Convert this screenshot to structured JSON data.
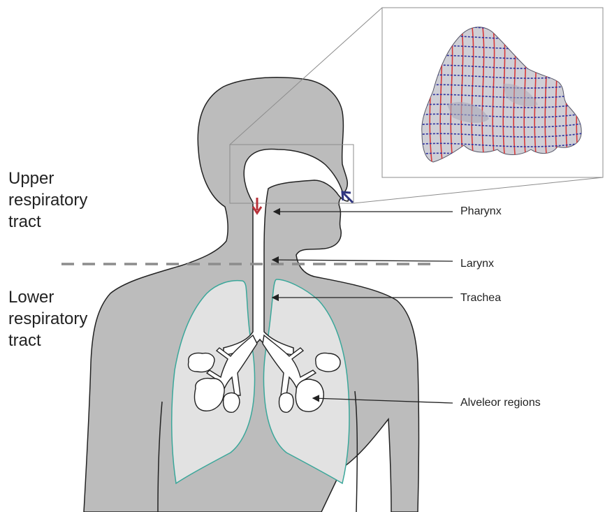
{
  "regions": {
    "upper": [
      "Upper",
      "respiratory",
      "tract"
    ],
    "lower": [
      "Lower",
      "respiratory",
      "tract"
    ]
  },
  "parts": {
    "pharynx": "Pharynx",
    "larynx": "Larynx",
    "trachea": "Trachea",
    "alveoli": "Alveleor regions"
  },
  "colors": {
    "body": "#bcbcbc",
    "lung_fill": "#e2e2e2",
    "lung_outline": "#3aa79a",
    "airway": "#ffffff",
    "inflow_arrow": "#b8323a",
    "outflow_arrow": "#2f3580",
    "mesh_red": "#d93838",
    "mesh_blue": "#2b2f9e",
    "divider": "#8c8c8c"
  },
  "icons": {
    "inflow": "arrow-down-icon",
    "outflow": "arrow-up-left-icon"
  }
}
